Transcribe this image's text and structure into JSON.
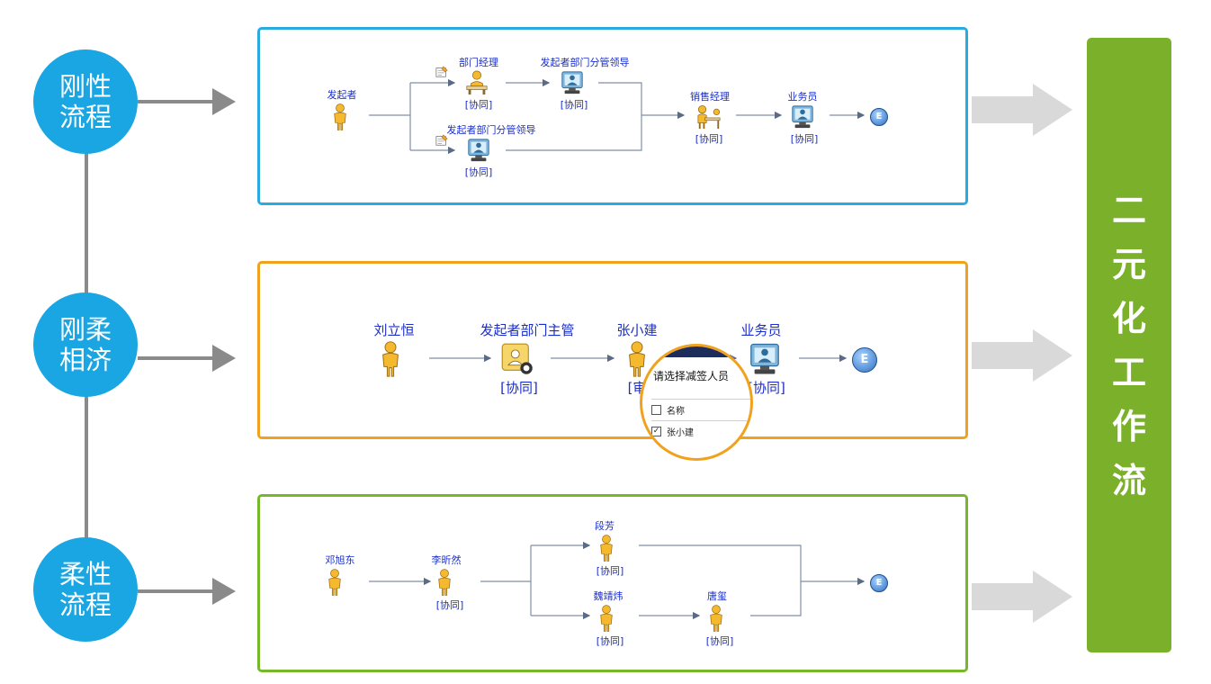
{
  "categories": [
    {
      "line1": "刚性",
      "line2": "流程"
    },
    {
      "line1": "刚柔",
      "line2": "相济"
    },
    {
      "line1": "柔性",
      "line2": "流程"
    }
  ],
  "rigid": {
    "initiator": "发起者",
    "dept_manager": "部门经理",
    "dept_leader_top": "发起者部门分管领导",
    "dept_leader_bottom": "发起者部门分管领导",
    "sales_manager": "销售经理",
    "salesperson": "业务员",
    "tag1": "[协同]",
    "tag2": "[协同]",
    "tag3": "[协同]",
    "tag4": "[协同]",
    "end": "E"
  },
  "hybrid": {
    "n1": "刘立恒",
    "n2": "发起者部门主管",
    "n3": "张小建",
    "n4": "业务员",
    "tag2": "[协同]",
    "tag3": "[审",
    "tag4": "[协同]",
    "end": "E",
    "popup": {
      "title": "请选择减签人员",
      "header": "名称",
      "row": "张小建",
      "header_checked": false,
      "row_checked": true
    }
  },
  "flexible": {
    "n1": "邓旭东",
    "n2": "李昕然",
    "n3": "段芳",
    "n4": "魏靖炜",
    "n5": "唐玺",
    "tag2": "[协同]",
    "tag3": "[协同]",
    "tag4": "[协同]",
    "tag5": "[协同]",
    "end": "E"
  },
  "result": [
    "二",
    "元",
    "化",
    "工",
    "作",
    "流"
  ],
  "colors": {
    "circle": "#1aa6e2",
    "rigid_border": "#29aae1",
    "hybrid_border": "#f0a21e",
    "flexible_border": "#76b82a",
    "result": "#7ab02a",
    "label": "#1a2ecc",
    "connector": "#8a8a8a"
  },
  "icons": [
    "person-icon",
    "desk-person-icon",
    "computer-user-icon",
    "end-node-icon",
    "arrow-right-icon"
  ]
}
